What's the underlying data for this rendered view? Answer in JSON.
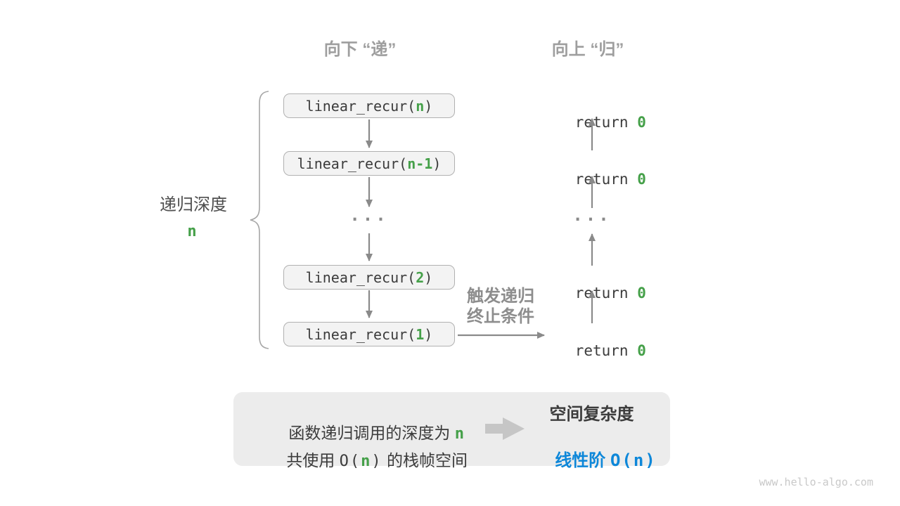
{
  "colors": {
    "green": "#45a049",
    "blue": "#0d87d9",
    "dark_text": "#3c3c3c",
    "gray_header": "#9e9e9e",
    "arrow_gray": "#8a8a8a",
    "box_fill": "#f3f3f3",
    "box_border": "#b1b1b1",
    "panel_fill": "#ececec"
  },
  "headers": {
    "down": "向下 “递”",
    "up": "向上 “归”"
  },
  "depth": {
    "label": "递归深度",
    "value": "n"
  },
  "stack": {
    "boxes": [
      {
        "pre": "linear_recur(",
        "arg": "n",
        "post": ")"
      },
      {
        "pre": "linear_recur(",
        "arg": "n-1",
        "post": ")"
      },
      {
        "pre": "linear_recur(",
        "arg": "2",
        "post": ")"
      },
      {
        "pre": "linear_recur(",
        "arg": "1",
        "post": ")"
      }
    ],
    "ellipsis": "..."
  },
  "returns": {
    "items": [
      {
        "pre": "return ",
        "val": "0"
      },
      {
        "pre": "return ",
        "val": "0"
      },
      {
        "pre": "return ",
        "val": "0"
      },
      {
        "pre": "return ",
        "val": "0"
      }
    ],
    "ellipsis": "..."
  },
  "trigger": {
    "line1": "触发递归",
    "line2": "终止条件"
  },
  "summary": {
    "line1_text": "函数递归调用的深度为 ",
    "line1_var": "n",
    "line2_pre": "共使用 ",
    "line2_open": "O(",
    "line2_var": "n",
    "line2_close": ")",
    "line2_post": " 的栈帧空间",
    "result_title": "空间复杂度",
    "result_prefix": "线性阶 ",
    "result_formula": "O(n)"
  },
  "watermark": "www.hello-algo.com"
}
